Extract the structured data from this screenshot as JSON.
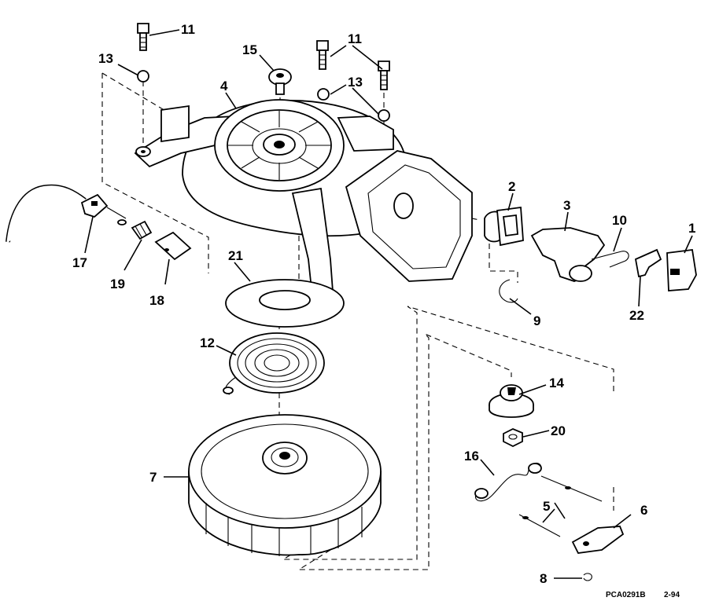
{
  "figure": {
    "code": "PCA0291B",
    "date": "2-94"
  },
  "callouts": [
    {
      "id": "c1",
      "text": "1"
    },
    {
      "id": "c2",
      "text": "2"
    },
    {
      "id": "c3",
      "text": "3"
    },
    {
      "id": "c4",
      "text": "4"
    },
    {
      "id": "c5",
      "text": "5"
    },
    {
      "id": "c6",
      "text": "6"
    },
    {
      "id": "c7",
      "text": "7"
    },
    {
      "id": "c8",
      "text": "8"
    },
    {
      "id": "c9",
      "text": "9"
    },
    {
      "id": "c10",
      "text": "10"
    },
    {
      "id": "c11a",
      "text": "11"
    },
    {
      "id": "c11b",
      "text": "11"
    },
    {
      "id": "c12",
      "text": "12"
    },
    {
      "id": "c13a",
      "text": "13"
    },
    {
      "id": "c13b",
      "text": "13"
    },
    {
      "id": "c14",
      "text": "14"
    },
    {
      "id": "c15",
      "text": "15"
    },
    {
      "id": "c16",
      "text": "16"
    },
    {
      "id": "c17",
      "text": "17"
    },
    {
      "id": "c18",
      "text": "18"
    },
    {
      "id": "c19",
      "text": "19"
    },
    {
      "id": "c20",
      "text": "20"
    },
    {
      "id": "c21",
      "text": "21"
    },
    {
      "id": "c22",
      "text": "22"
    }
  ]
}
